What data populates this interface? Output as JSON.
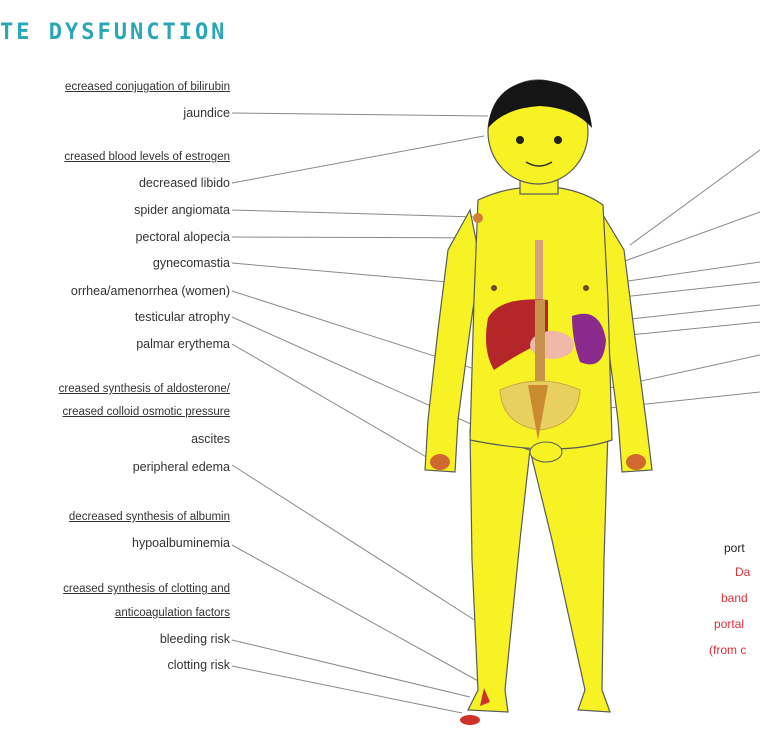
{
  "title": "TE DYSFUNCTION",
  "left_labels": {
    "cause_bilirubin": "ecreased conjugation of bilirubin",
    "jaundice": "jaundice",
    "cause_estrogen": "creased blood levels of estrogen",
    "decreased_libido": "decreased libido",
    "spider_angiomata": "spider angiomata",
    "pectoral_alopecia": "pectoral alopecia",
    "gynecomastia": "gynecomastia",
    "amenorrhea": "orrhea/amenorrhea (women)",
    "testicular_atrophy": "testicular atrophy",
    "palmar_erythema": "palmar erythema",
    "cause_aldosterone": "creased synthesis of aldosterone/",
    "cause_colloid": "creased colloid osmotic pressure",
    "ascites": "ascites",
    "peripheral_edema": "peripheral edema",
    "cause_albumin": "decreased synthesis of albumin",
    "hypoalbuminemia": "hypoalbuminemia",
    "cause_clotting1": "creased synthesis of clotting and",
    "cause_clotting2": "anticoagulation factors",
    "bleeding_risk": "bleeding risk",
    "clotting_risk": "clotting risk"
  },
  "right_labels": {
    "port": "port",
    "da": "Da",
    "band": "band",
    "portal": "portal",
    "from": "(from c"
  },
  "colors": {
    "title": "#2aa7b6",
    "body": "#f7f224",
    "liver": "#b5262b",
    "stomach": "#8a2a8c",
    "red_text": "#e0303a"
  }
}
